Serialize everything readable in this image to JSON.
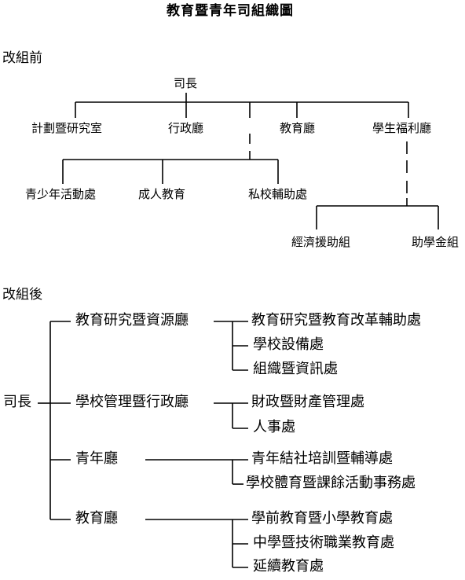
{
  "title": "教育暨青年司組織圖",
  "before": {
    "heading": "改組前",
    "root": "司長",
    "level1": [
      "計劃暨研究室",
      "行政廳",
      "教育廳",
      "學生福利廳"
    ],
    "education_units": [
      "青少年活動處",
      "成人教育",
      "私校輔助處"
    ],
    "welfare_units": [
      "經濟援助組",
      "助學金組"
    ]
  },
  "after": {
    "heading": "改組後",
    "root": "司長",
    "departments": [
      {
        "name": "教育研究暨資源廳",
        "units": [
          "教育研究暨教育改革輔助處",
          "學校設備處",
          "組織暨資訊處"
        ]
      },
      {
        "name": "學校管理暨行政廳",
        "units": [
          "財政暨財產管理處",
          "人事處"
        ]
      },
      {
        "name": "青年廳",
        "units": [
          "青年結社培訓暨輔導處",
          "學校體育暨課餘活動事務處"
        ]
      },
      {
        "name": "教育廳",
        "units": [
          "學前教育暨小學教育處",
          "中學暨技術職業教育處",
          "延續教育處"
        ]
      }
    ]
  }
}
